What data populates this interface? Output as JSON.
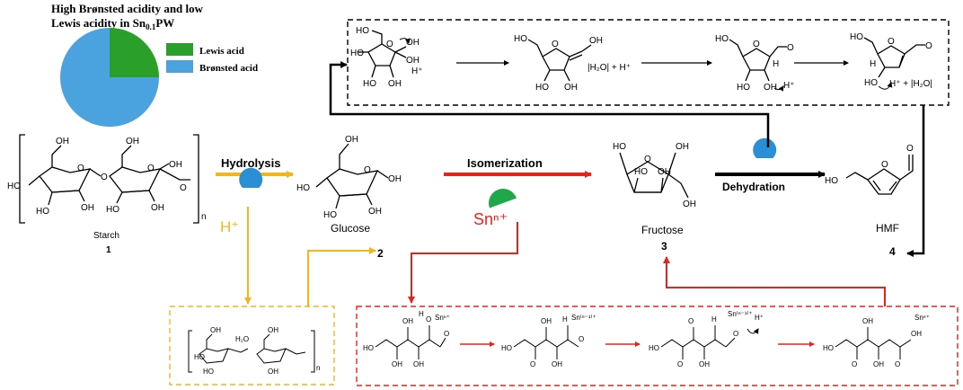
{
  "title": {
    "line1": "High Brønsted acidity and low",
    "line2_prefix": "Lewis acidity in Sn",
    "line2_sub": "0.1",
    "line2_suffix": "PW"
  },
  "chart_data": {
    "type": "pie",
    "title": "",
    "series": [
      {
        "label": "Lewis acid",
        "value": 25,
        "color": "#2aa02a"
      },
      {
        "label": "Brønsted acid",
        "value": 75,
        "color": "#4aa3df"
      }
    ],
    "legend_placement": "right"
  },
  "legend": {
    "lewis": "Lewis acid",
    "bronsted": "Brønsted acid"
  },
  "compounds": {
    "starch": {
      "name": "Starch",
      "number": "1"
    },
    "glucose": {
      "name": "Glucose",
      "number": "2"
    },
    "fructose": {
      "name": "Fructose",
      "number": "3"
    },
    "hmf": {
      "name": "HMF",
      "number": "4"
    }
  },
  "steps": {
    "hydrolysis": "Hydrolysis",
    "isomerization": "Isomerization",
    "dehydration": "Dehydration"
  },
  "catalysts": {
    "proton": "H⁺",
    "tin": "Snⁿ⁺"
  },
  "labels": {
    "n": "n",
    "h2o_plus_h": "|H₂O| + H⁺",
    "h_plus_h2o": "H⁺ + |H₂O|",
    "h_plus": "H⁺",
    "sn_n_plus": "Snⁿ⁺",
    "sn_n_minus_1_plus": "Sn⁽ⁿ⁻¹⁾⁺",
    "h2o": "H₂O"
  },
  "colors": {
    "hydrolysis": "#f2b51c",
    "isomerization": "#e8221c",
    "dehydration": "#000000",
    "lewis": "#2aa02a",
    "bronsted": "#4aa3df",
    "catalyst_blue": "#2b8fd6",
    "catalyst_green": "#1fa84a"
  }
}
